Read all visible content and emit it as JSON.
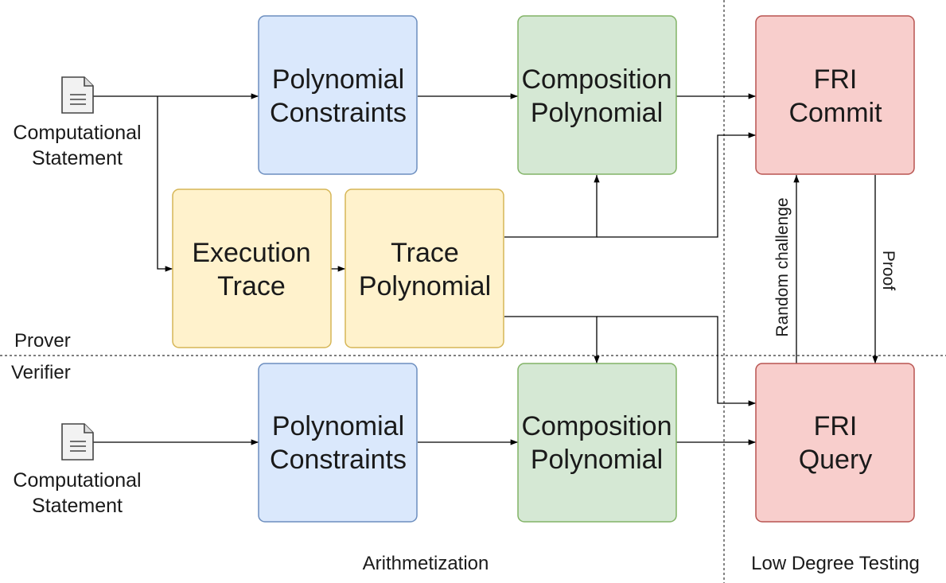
{
  "lanes": {
    "prover": "Prover",
    "verifier": "Verifier"
  },
  "sections": {
    "arithmetization": "Arithmetization",
    "low_degree_testing": "Low Degree Testing"
  },
  "documents": {
    "prover": {
      "icon": "document-icon",
      "line1": "Computational",
      "line2": "Statement"
    },
    "verifier": {
      "icon": "document-icon",
      "line1": "Computational",
      "line2": "Statement"
    }
  },
  "boxes": {
    "prover_constraints": {
      "line1": "Polynomial",
      "line2": "Constraints",
      "fill": "#dae8fc",
      "stroke": "#6c8ebf"
    },
    "prover_composition": {
      "line1": "Composition",
      "line2": "Polynomial",
      "fill": "#d5e8d4",
      "stroke": "#82b366"
    },
    "fri_commit": {
      "line1": "FRI",
      "line2": "Commit",
      "fill": "#f8cecc",
      "stroke": "#b85450"
    },
    "execution_trace": {
      "line1": "Execution",
      "line2": "Trace",
      "fill": "#fff2cc",
      "stroke": "#d6b656"
    },
    "trace_polynomial": {
      "line1": "Trace",
      "line2": "Polynomial",
      "fill": "#fff2cc",
      "stroke": "#d6b656"
    },
    "verifier_constraints": {
      "line1": "Polynomial",
      "line2": "Constraints",
      "fill": "#dae8fc",
      "stroke": "#6c8ebf"
    },
    "verifier_composition": {
      "line1": "Composition",
      "line2": "Polynomial",
      "fill": "#d5e8d4",
      "stroke": "#82b366"
    },
    "fri_query": {
      "line1": "FRI",
      "line2": "Query",
      "fill": "#f8cecc",
      "stroke": "#b85450"
    }
  },
  "edge_labels": {
    "random_challenge": "Random challenge",
    "proof": "Proof"
  }
}
